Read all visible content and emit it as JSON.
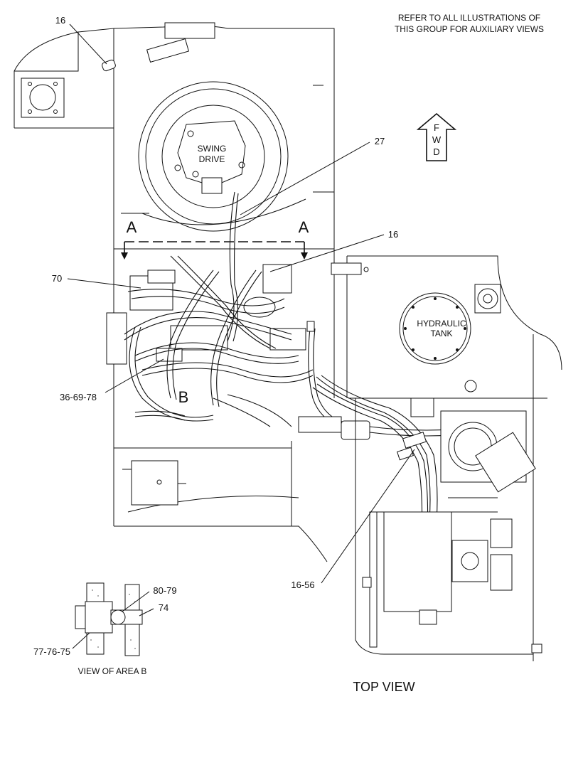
{
  "note": {
    "line1": "REFER TO ALL ILLUSTRATIONS OF",
    "line2": "THIS GROUP FOR AUXILIARY VIEWS"
  },
  "fwd_arrow": {
    "letters": [
      "F",
      "W",
      "D"
    ]
  },
  "components": {
    "swing_drive": [
      "SWING",
      "DRIVE"
    ],
    "hydraulic_tank": [
      "HYDRAULIC",
      "TANK"
    ]
  },
  "section_markers": {
    "left": "A",
    "right": "A",
    "area": "B"
  },
  "callouts": {
    "c16_top": "16",
    "c27": "27",
    "c16_right": "16",
    "c70": "70",
    "c36_69_78": "36-69-78",
    "c16_56": "16-56",
    "c80_79": "80-79",
    "c74": "74",
    "c77_76_75": "77-76-75"
  },
  "captions": {
    "view_area_b": "VIEW OF AREA B",
    "top_view": "TOP VIEW"
  }
}
